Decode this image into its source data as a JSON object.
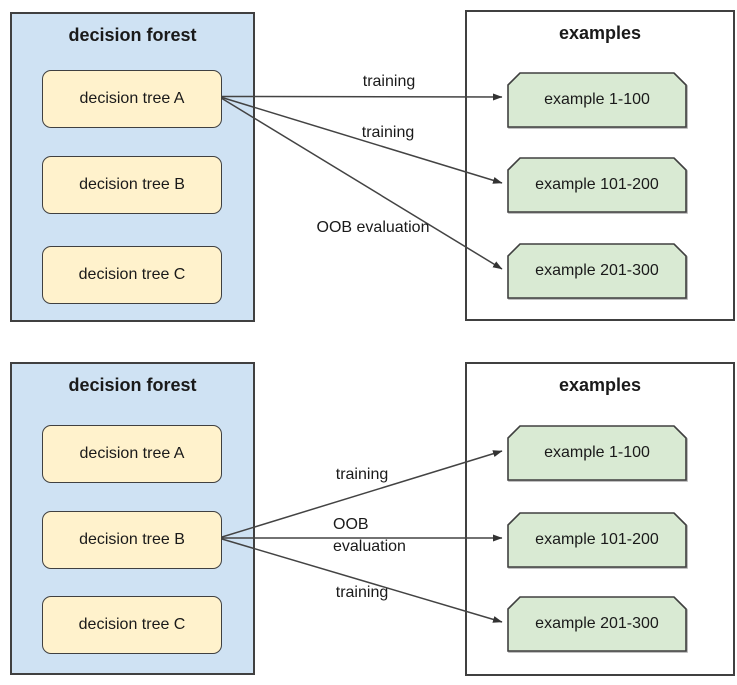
{
  "colors": {
    "forest_fill": "#cfe2f3",
    "tree_fill": "#fff2cc",
    "example_fill": "#d9ead3",
    "panel_fill": "#ffffff",
    "border": "#404040",
    "arrow": "#434343"
  },
  "diagrams": [
    {
      "forest": {
        "title": "decision forest",
        "trees": [
          "decision tree A",
          "decision tree B",
          "decision tree C"
        ]
      },
      "examples": {
        "title": "examples",
        "cards": [
          "example 1-100",
          "example 101-200",
          "example 201-300"
        ]
      },
      "arrows": [
        {
          "from": "decision tree A",
          "to": "example 1-100",
          "label": "training"
        },
        {
          "from": "decision tree A",
          "to": "example 101-200",
          "label": "training"
        },
        {
          "from": "decision tree A",
          "to": "example 201-300",
          "label": "OOB evaluation"
        }
      ]
    },
    {
      "forest": {
        "title": "decision forest",
        "trees": [
          "decision tree A",
          "decision tree B",
          "decision tree C"
        ]
      },
      "examples": {
        "title": "examples",
        "cards": [
          "example 1-100",
          "example 101-200",
          "example 201-300"
        ]
      },
      "arrows": [
        {
          "from": "decision tree B",
          "to": "example 1-100",
          "label": "training"
        },
        {
          "from": "decision tree B",
          "to": "example 101-200",
          "label": "OOB\nevaluation"
        },
        {
          "from": "decision tree B",
          "to": "example 201-300",
          "label": "training"
        }
      ]
    }
  ]
}
